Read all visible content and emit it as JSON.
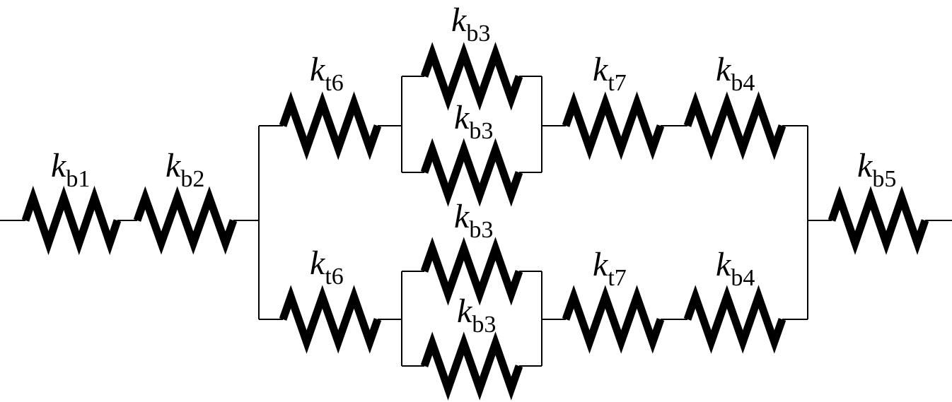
{
  "diagram": {
    "springs": [
      {
        "id": "kb1",
        "symbol": "k",
        "subscript": "b1"
      },
      {
        "id": "kb2",
        "symbol": "k",
        "subscript": "b2"
      },
      {
        "id": "kt6-top",
        "symbol": "k",
        "subscript": "t6"
      },
      {
        "id": "kb3-top-a",
        "symbol": "k",
        "subscript": "b3"
      },
      {
        "id": "kb3-top-b",
        "symbol": "k",
        "subscript": "b3"
      },
      {
        "id": "kt7-top",
        "symbol": "k",
        "subscript": "t7"
      },
      {
        "id": "kb4-top",
        "symbol": "k",
        "subscript": "b4"
      },
      {
        "id": "kt6-bot",
        "symbol": "k",
        "subscript": "t6"
      },
      {
        "id": "kb3-bot-a",
        "symbol": "k",
        "subscript": "b3"
      },
      {
        "id": "kb3-bot-b",
        "symbol": "k",
        "subscript": "b3"
      },
      {
        "id": "kt7-bot",
        "symbol": "k",
        "subscript": "t7"
      },
      {
        "id": "kb4-bot",
        "symbol": "k",
        "subscript": "b4"
      },
      {
        "id": "kb5",
        "symbol": "k",
        "subscript": "b5"
      }
    ]
  }
}
